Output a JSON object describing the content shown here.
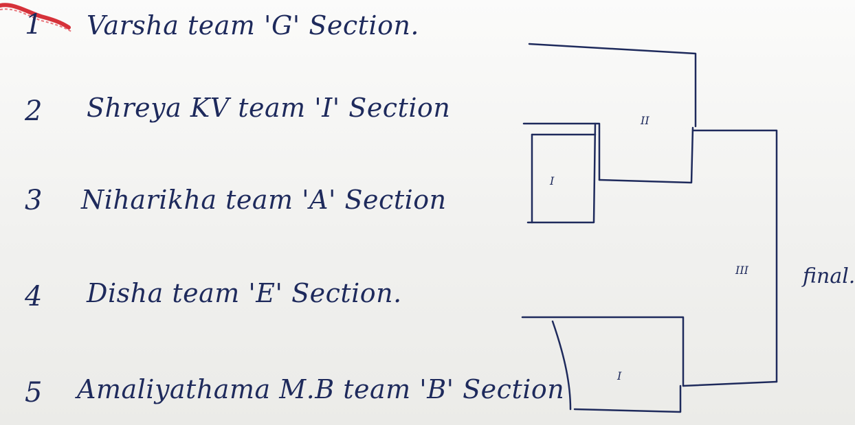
{
  "entries": [
    {
      "num": "1",
      "text": "Varsha  team  'G' Section."
    },
    {
      "num": "2",
      "text": "Shreya KV  team 'I' Section"
    },
    {
      "num": "3",
      "text": "Niharikha   team  'A' Section"
    },
    {
      "num": "4",
      "text": "Disha   team   'E' Section."
    },
    {
      "num": "5",
      "text": "Amaliyathama  M.B  team 'B' Section"
    }
  ],
  "bracket_labels": {
    "round1_top": "I",
    "round2": "II",
    "round1_bottom": "I",
    "round3": "III",
    "final": "final."
  },
  "ink_color": "#1e2a5c",
  "thread_color": "#d6323a"
}
